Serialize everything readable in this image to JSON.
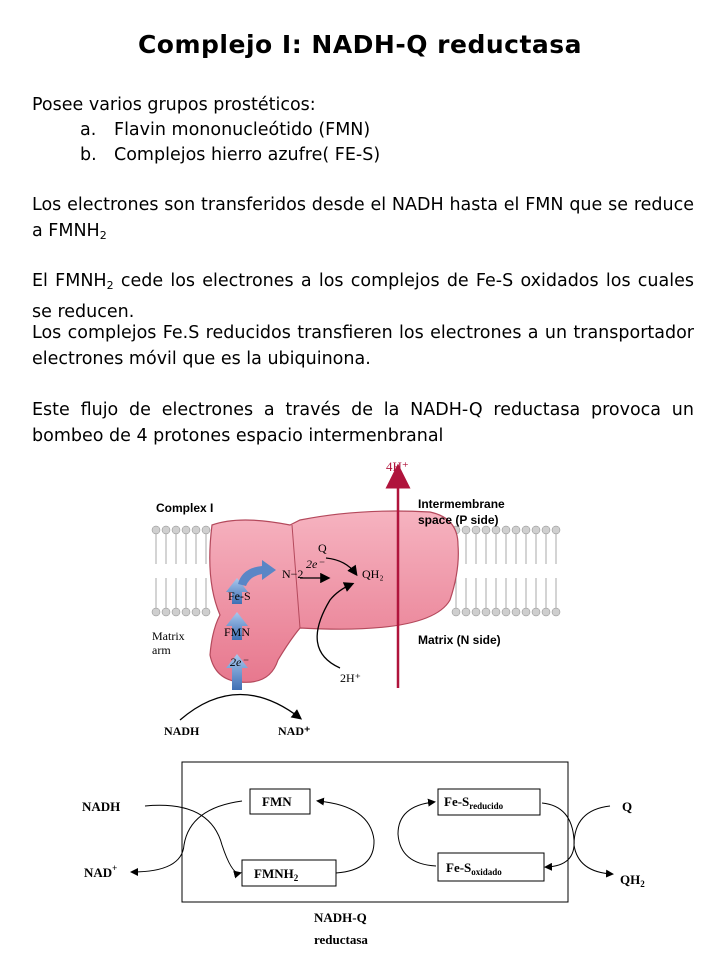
{
  "title": "Complejo I: NADH-Q reductasa",
  "intro": "Posee varios grupos prostéticos:",
  "list": [
    {
      "marker": "a.",
      "text": "Flavin mononucleótido (FMN)"
    },
    {
      "marker": "b.",
      "text": "Complejos hierro azufre( FE-S)"
    }
  ],
  "p1": {
    "text": "Los electrones son transferidos desde el NADH hasta el FMN que se reduce a FMNH",
    "sub": "2"
  },
  "p2": {
    "pre": "El FMNH",
    "sub": "2",
    "post": " cede los electrones a los complejos de Fe-S oxidados los cuales se reducen."
  },
  "p3": "Los complejos Fe.S reducidos transfieren los electrones a un transportador electrones móvil que es la ubiquinona.",
  "p4": "Este flujo de electrones a través de la NADH-Q reductasa provoca un bombeo de 4 protones espacio intermenbranal",
  "figure": {
    "complex_label": "Complex I",
    "intermembrane_label": "Intermembrane",
    "intermembrane_label2": "space (P side)",
    "matrix_label": "Matrix (N side)",
    "matrix_arm_label": "Matrix",
    "matrix_arm_label2": "arm",
    "protons_top": "4H⁺",
    "protons_bottom": "2H⁺",
    "nadh": "NADH",
    "nad": "NAD⁺",
    "fmn": "FMN",
    "fes": "Fe-S",
    "n2": "N−2",
    "e_label": "2e⁻",
    "q": "Q",
    "qh2": "QH₂"
  },
  "box_diagram": {
    "nadh": "NADH",
    "nad": "NAD",
    "nad_sup": "+",
    "fmn": "FMN",
    "fmnh2": "FMNH",
    "fmnh2_sub": "2",
    "fes_red": "Fe-S",
    "fes_red_sub": "reducido",
    "fes_ox": "Fe-S",
    "fes_ox_sub": "oxidado",
    "q": "Q",
    "qh2": "QH",
    "qh2_sub": "2",
    "caption_line1": "NADH-Q",
    "caption_line2": "reductasa"
  }
}
